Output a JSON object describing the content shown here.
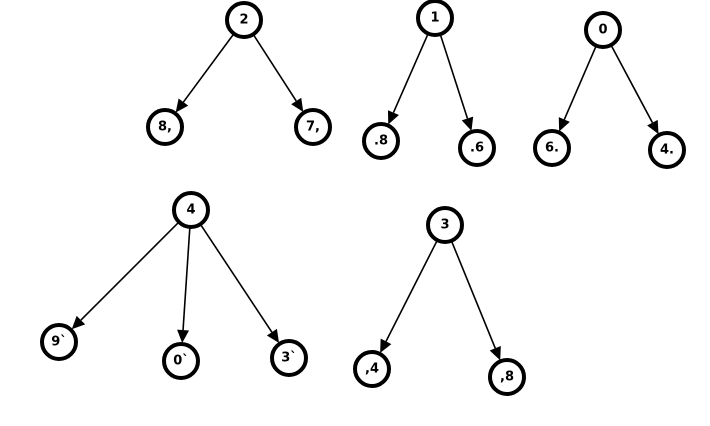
{
  "trees": [
    {
      "root": "2",
      "children": [
        "8,",
        "7,"
      ]
    },
    {
      "root": "1",
      "children": [
        ".8",
        ".6"
      ]
    },
    {
      "root": "0",
      "children": [
        "6.",
        "4."
      ]
    },
    {
      "root": "4",
      "children": [
        "9`",
        "0`",
        "3`"
      ]
    },
    {
      "root": "3",
      "children": [
        ",4",
        ",8"
      ]
    }
  ]
}
